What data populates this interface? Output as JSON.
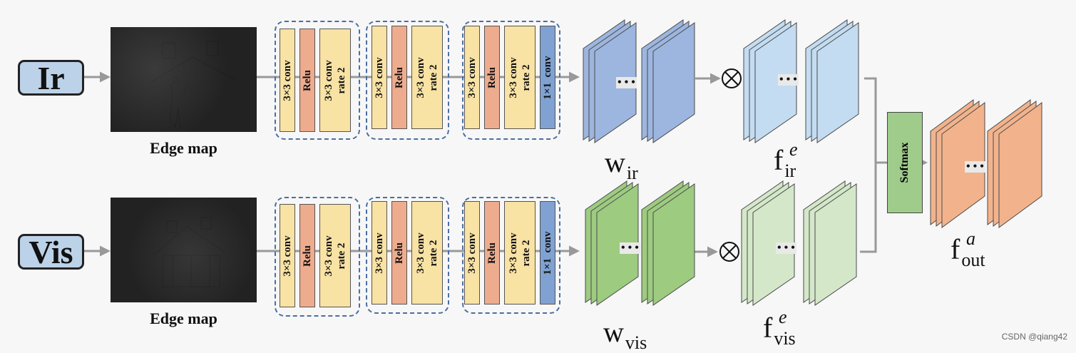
{
  "inputs": {
    "ir": "Ir",
    "vis": "Vis"
  },
  "edge_caption": "Edge map",
  "conv_blocks": {
    "conv3": "3×3 conv",
    "relu": "Relu",
    "dilated": "3×3 conv\nrate 2",
    "conv1": "1×1  conv"
  },
  "weights": {
    "ir_main": "w",
    "ir_sub": "ir",
    "vis_main": "w",
    "vis_sub": "vis"
  },
  "features": {
    "main": "f",
    "sup": "e",
    "ir_sub": "ir",
    "vis_sub": "vis"
  },
  "softmax": "Softmax",
  "output": {
    "main": "f",
    "sup": "a",
    "sub": "out"
  },
  "ellipsis": "• • •",
  "multiply_symbol": "⊗",
  "watermark": "CSDN @qiang42",
  "colors": {
    "input_fill": "#bcd2e8",
    "conv3x3": "#f8e2a4",
    "relu": "#eeac8e",
    "conv1x1": "#7fa2d2",
    "group_border": "#4a6fa0",
    "w_ir": "#9db6df",
    "f_ir": "#c3dcf1",
    "w_vis": "#9dcb80",
    "f_vis": "#d4e8c9",
    "softmax": "#9fcb8b",
    "out": "#f2b38c",
    "arrow": "#999999"
  }
}
